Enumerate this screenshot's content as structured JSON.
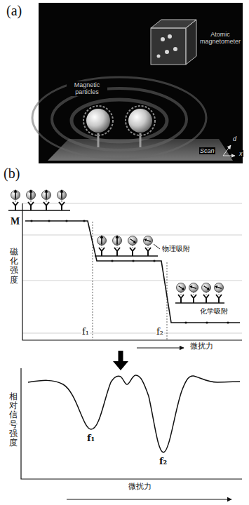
{
  "diagram": {
    "labels": [
      "(a)",
      "Atomic magnetometer",
      "Magnetic particles",
      "Scan",
      "d",
      "x",
      "(b)",
      "M",
      "磁化强度",
      "物理吸附",
      "化学吸附",
      "f₁",
      "f₂",
      "微扰力",
      "相对信号强度",
      "f₁",
      "f₂",
      "微扰力"
    ]
  }
}
